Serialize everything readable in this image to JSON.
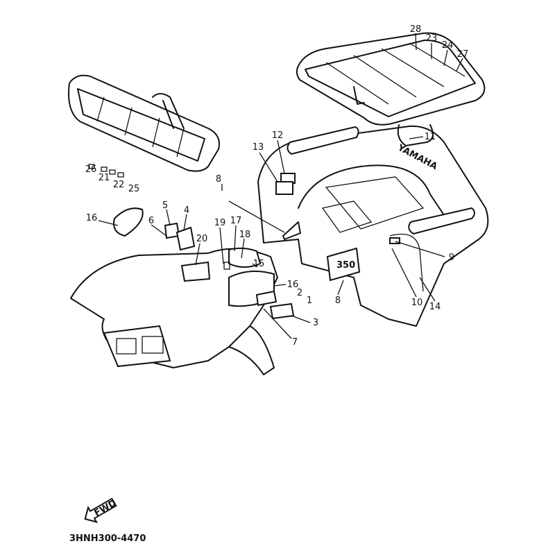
{
  "diagram": {
    "callouts": [
      {
        "id": "28",
        "label": "28"
      },
      {
        "id": "23",
        "label": "23"
      },
      {
        "id": "24",
        "label": "24"
      },
      {
        "id": "27",
        "label": "27"
      },
      {
        "id": "12",
        "label": "12"
      },
      {
        "id": "13",
        "label": "13"
      },
      {
        "id": "11",
        "label": "11"
      },
      {
        "id": "26",
        "label": "26"
      },
      {
        "id": "21",
        "label": "21"
      },
      {
        "id": "22",
        "label": "22"
      },
      {
        "id": "25",
        "label": "25"
      },
      {
        "id": "8a",
        "label": "8"
      },
      {
        "id": "5",
        "label": "5"
      },
      {
        "id": "4",
        "label": "4"
      },
      {
        "id": "16a",
        "label": "16"
      },
      {
        "id": "6",
        "label": "6"
      },
      {
        "id": "19",
        "label": "19"
      },
      {
        "id": "17",
        "label": "17"
      },
      {
        "id": "18",
        "label": "18"
      },
      {
        "id": "20",
        "label": "20"
      },
      {
        "id": "9",
        "label": "9"
      },
      {
        "id": "15",
        "label": "15"
      },
      {
        "id": "16b",
        "label": "16"
      },
      {
        "id": "2",
        "label": "2"
      },
      {
        "id": "1",
        "label": "1"
      },
      {
        "id": "10",
        "label": "10"
      },
      {
        "id": "14",
        "label": "14"
      },
      {
        "id": "8b",
        "label": "8"
      },
      {
        "id": "3",
        "label": "3"
      },
      {
        "id": "7",
        "label": "7"
      }
    ],
    "decals": {
      "brand": "YAMAHA",
      "model": "350",
      "direction": "FWD"
    },
    "part_number": "3HNH300-4470"
  }
}
